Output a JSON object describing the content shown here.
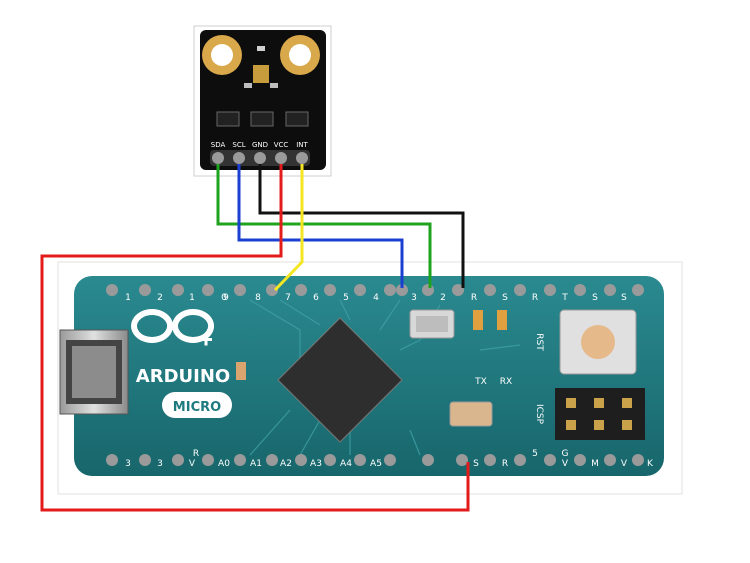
{
  "sensor": {
    "pins": [
      "SDA",
      "SCL",
      "GND",
      "VCC",
      "INT"
    ]
  },
  "arduino": {
    "brand": "ARDUINO",
    "model": "MICRO",
    "top_pins": [
      "1",
      "2",
      "1",
      "0",
      "9",
      "8",
      "7",
      "6",
      "5",
      "4",
      "3",
      "2",
      "R",
      "S",
      "R",
      "T",
      "S",
      "S"
    ],
    "bottom_pins": [
      "3",
      "3",
      "V",
      "R",
      "A0",
      "A1",
      "A2",
      "A3",
      "A4",
      "A5",
      "S",
      "R",
      "5",
      "V",
      "G",
      "M",
      "V",
      "K"
    ],
    "labels": {
      "rst": "RST",
      "tx": "TX",
      "rx": "RX",
      "icsp": "ICSP"
    }
  },
  "colors": {
    "board": "#1f7a80",
    "wire_red": "#e31b1b",
    "wire_green": "#1fa31f",
    "wire_blue": "#1a3fd1",
    "wire_black": "#111111",
    "wire_yellow": "#f5e623"
  }
}
